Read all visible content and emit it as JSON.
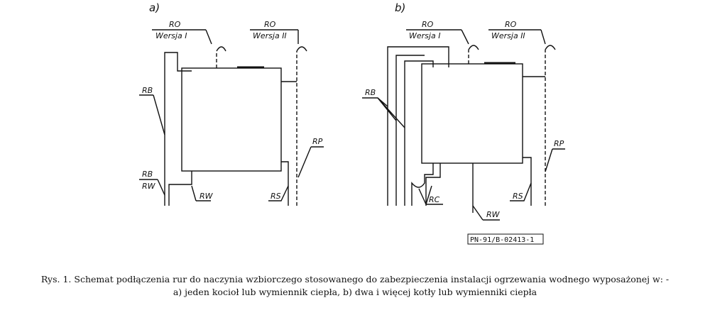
{
  "panels": {
    "a": {
      "tag": "a)",
      "ro_left": {
        "top": "RO",
        "bottom": "Wersja I"
      },
      "ro_right": {
        "top": "RO",
        "bottom": "Wersja II"
      },
      "rb": "RB",
      "rb_rw": {
        "top": "RB",
        "bottom": "RW"
      },
      "rw": "RW",
      "rs": "RS",
      "rp": "RP"
    },
    "b": {
      "tag": "b)",
      "ro_left": {
        "top": "RO",
        "bottom": "Wersja I"
      },
      "ro_right": {
        "top": "RO",
        "bottom": "Wersja II"
      },
      "rb": "RB",
      "rc": "RC",
      "rw": "RW",
      "rs": "RS",
      "rp": "RP"
    }
  },
  "stamp": "PN-91/B-02413-1",
  "caption": {
    "line1": "Rys. 1. Schemat podłączenia rur do naczynia wzbiorczego stosowanego do zabezpieczenia instalacji ogrzewania wodnego wyposażonej w: -",
    "line2": "a) jeden kocioł lub wymiennik ciepła, b) dwa i więcej kotły lub wymienniki ciepła"
  }
}
